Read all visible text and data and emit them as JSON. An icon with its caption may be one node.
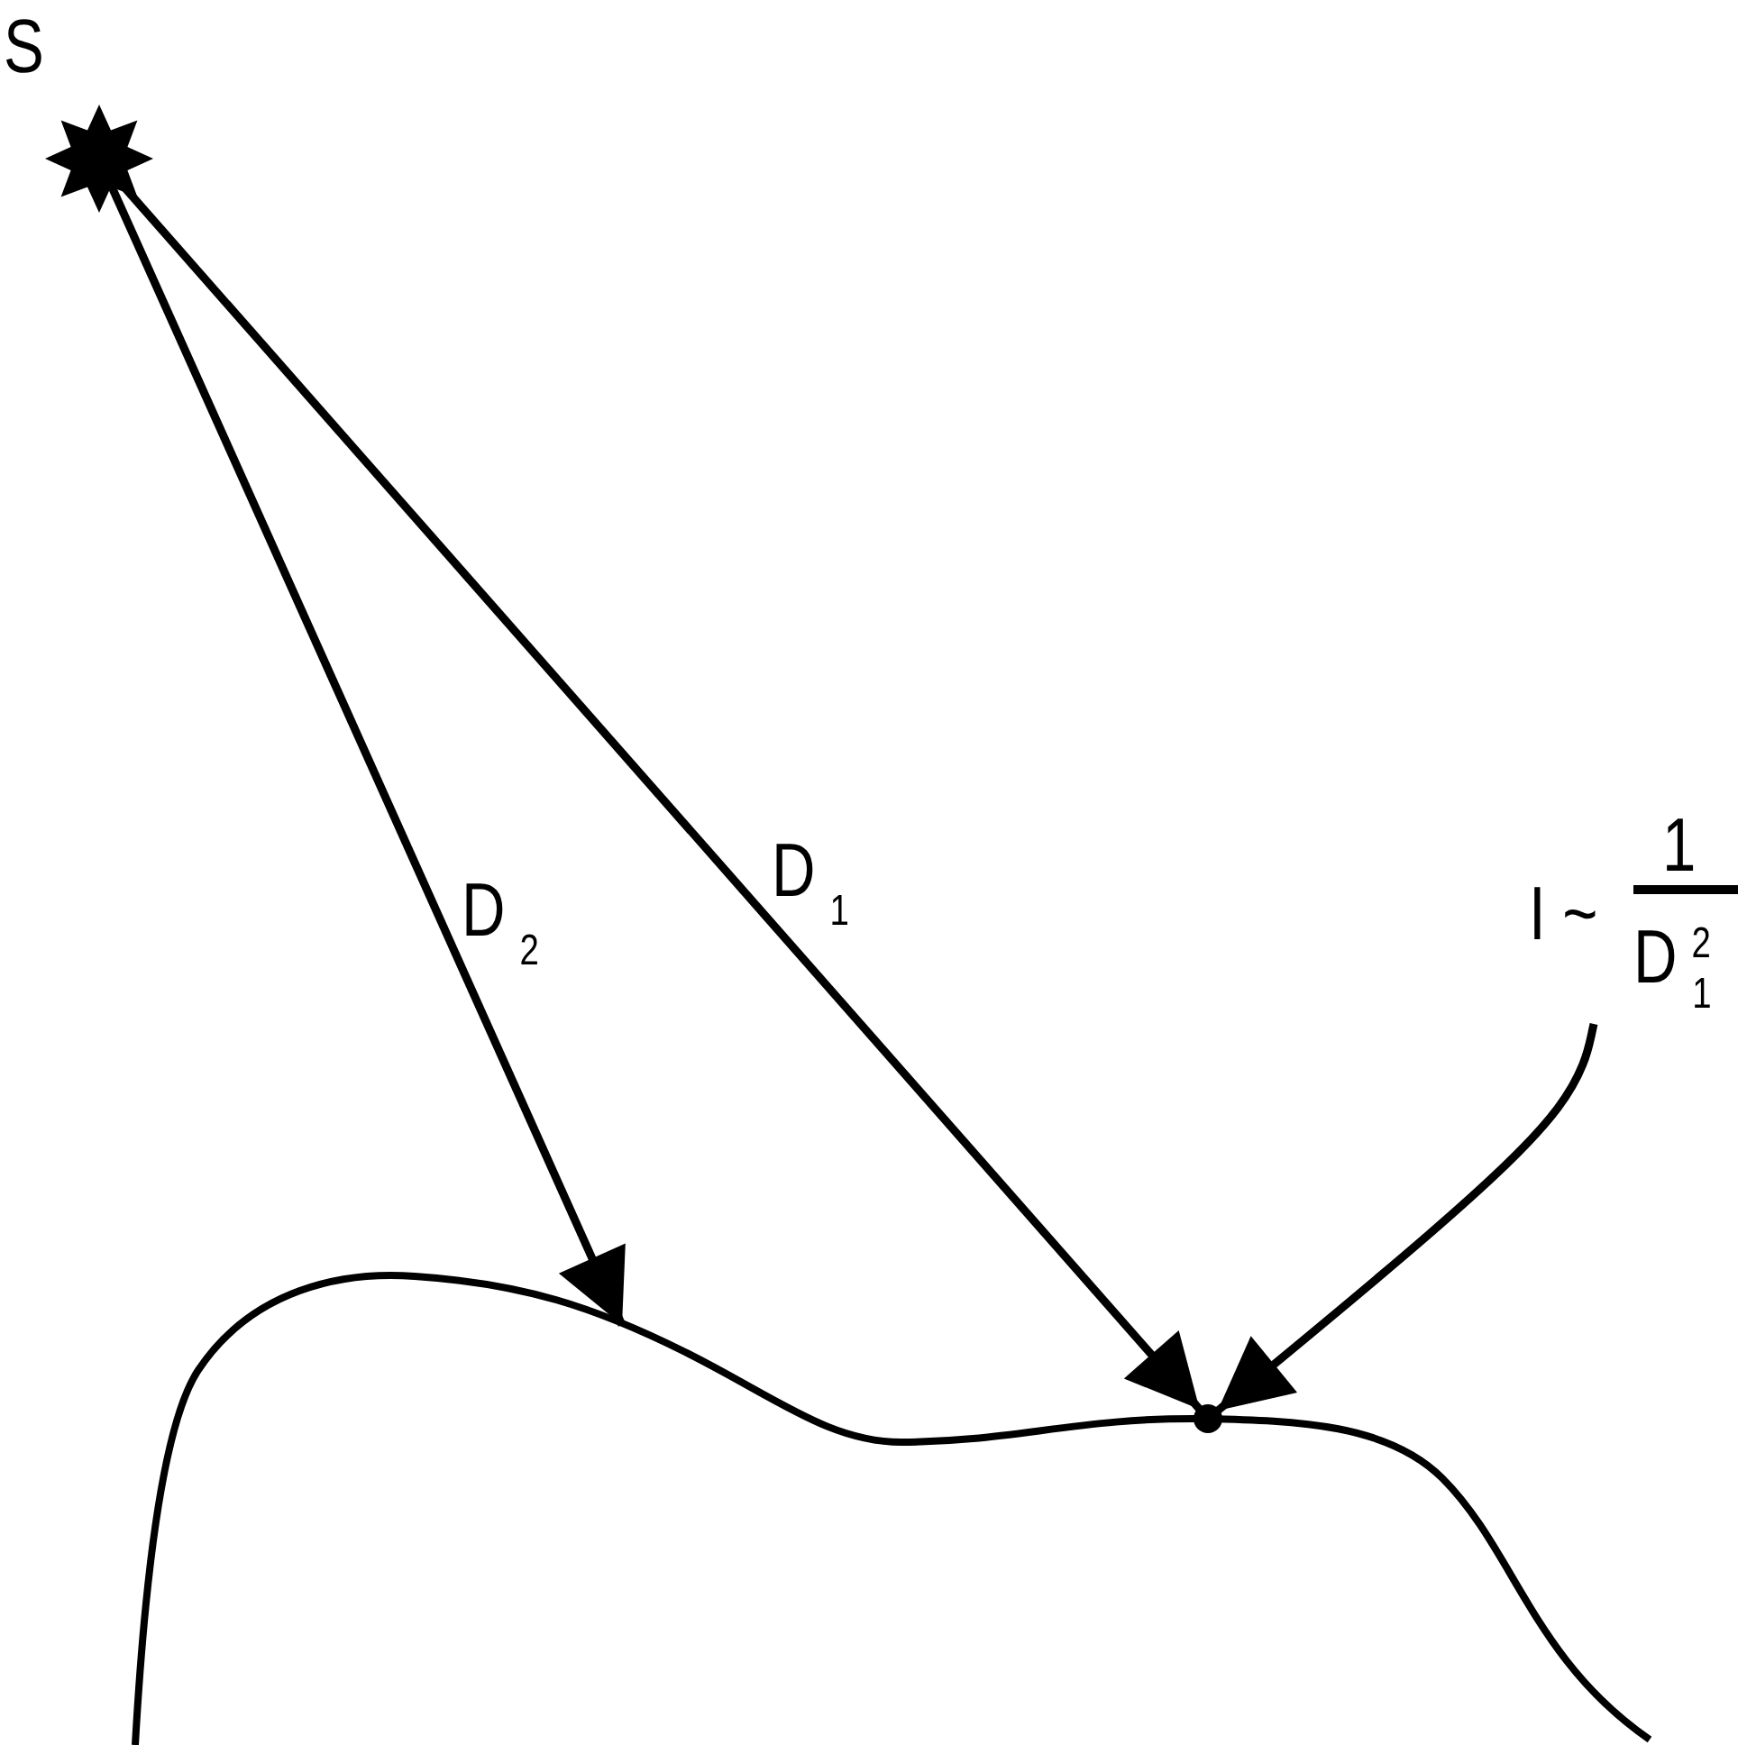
{
  "diagram": {
    "nodes": [
      {
        "text": [
          "S"
        ]
      },
      {
        "text": [],
        "shape": "dot"
      },
      {
        "text": [
          "I ~",
          "1",
          "D$^{2}$$_{1}$"
        ]
      }
    ],
    "edges": [
      {
        "from": 0,
        "to": null,
        "arrow": "to",
        "label": "D$_{2}$"
      },
      {
        "from": 0,
        "to": 1,
        "arrow": "to",
        "label": "D$_{1}$"
      },
      {
        "from": 2,
        "to": 1,
        "arrow": "to"
      }
    ]
  }
}
